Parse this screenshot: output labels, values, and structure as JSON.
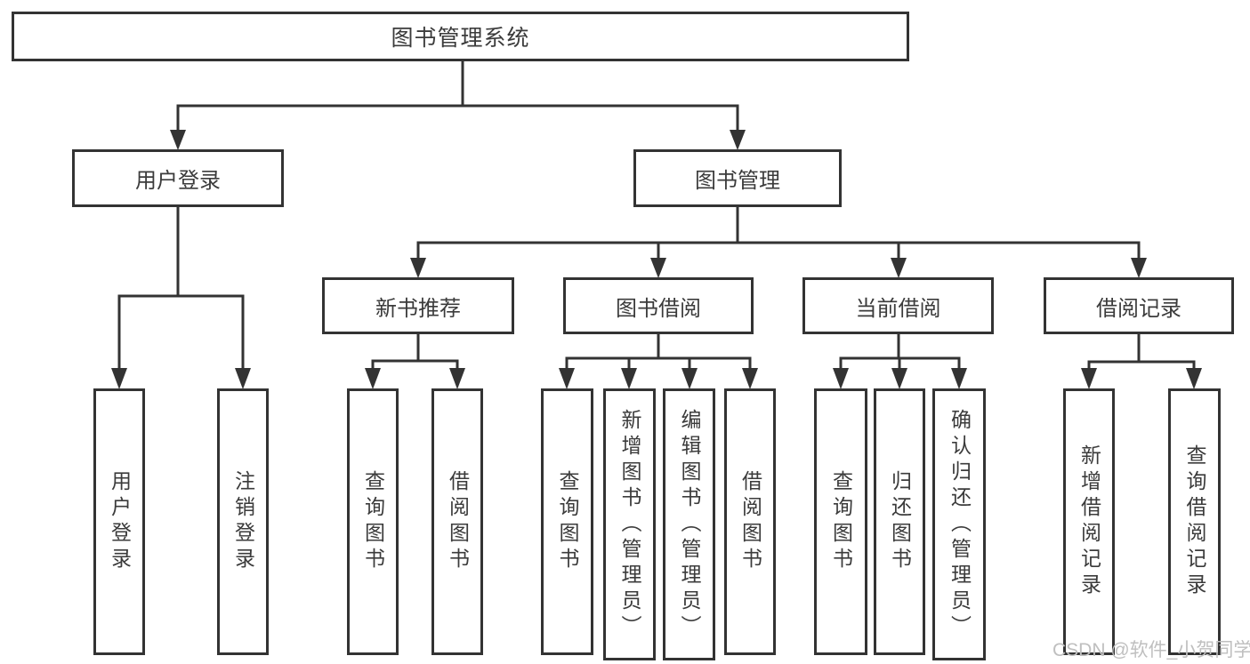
{
  "diagram": {
    "root": {
      "label": "图书管理系统"
    },
    "branches": [
      {
        "label": "用户登录",
        "children": [
          {
            "label": "用户登录"
          },
          {
            "label": "注销登录"
          }
        ]
      },
      {
        "label": "图书管理",
        "children": [
          {
            "label": "新书推荐",
            "children": [
              {
                "label": "查询图书"
              },
              {
                "label": "借阅图书"
              }
            ]
          },
          {
            "label": "图书借阅",
            "children": [
              {
                "label": "查询图书"
              },
              {
                "label": "新增图书（管理员）"
              },
              {
                "label": "编辑图书（管理员）"
              },
              {
                "label": "借阅图书"
              }
            ]
          },
          {
            "label": "当前借阅",
            "children": [
              {
                "label": "查询图书"
              },
              {
                "label": "归还图书"
              },
              {
                "label": "确认归还（管理员）"
              }
            ]
          },
          {
            "label": "借阅记录",
            "children": [
              {
                "label": "新增借阅记录"
              },
              {
                "label": "查询借阅记录"
              }
            ]
          }
        ]
      }
    ]
  },
  "watermark": {
    "text": "CSDN @软件_小贺同学"
  },
  "colors": {
    "line": "#333333",
    "text": "#3b3b3b",
    "watermark": "#bfbfbf",
    "background": "#ffffff"
  }
}
